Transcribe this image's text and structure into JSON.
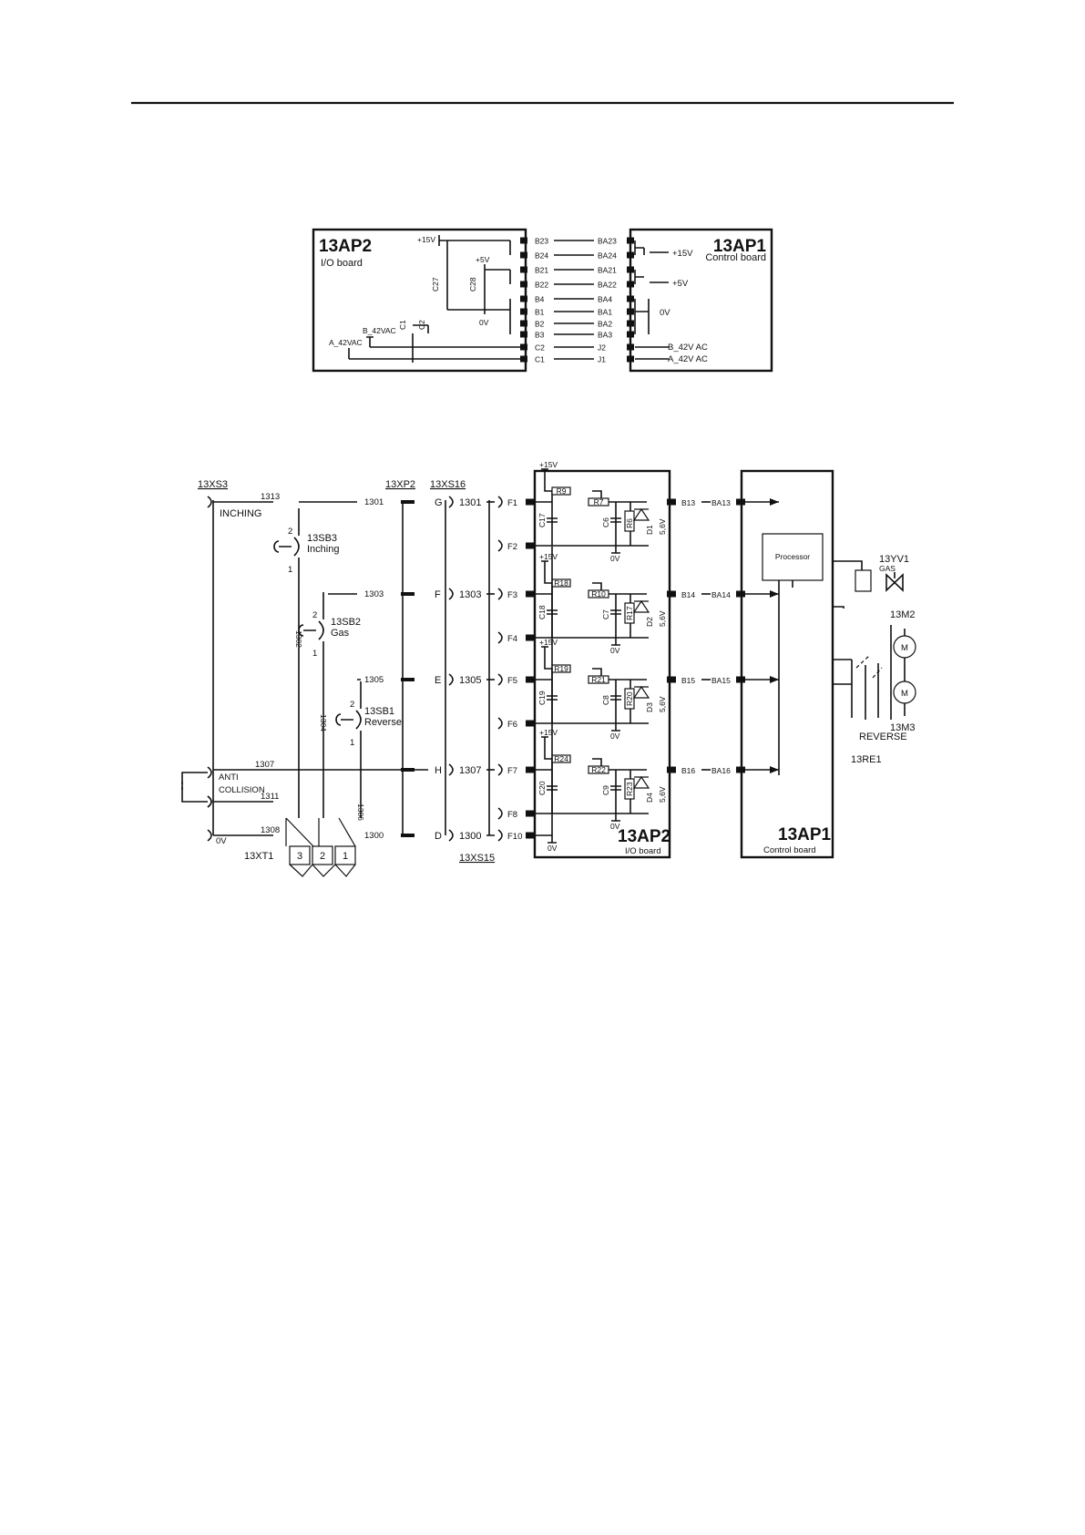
{
  "upper": {
    "io_board": {
      "name": "13AP2",
      "subtitle": "I/O board"
    },
    "control_board": {
      "name": "13AP1",
      "subtitle": "Control board"
    },
    "io_pins": [
      "B23",
      "B24",
      "B21",
      "B22",
      "B4",
      "B1",
      "B2",
      "B3",
      "C2",
      "C1"
    ],
    "ctrl_pins": [
      "BA23",
      "BA24",
      "BA21",
      "BA22",
      "BA4",
      "BA1",
      "BA2",
      "BA3",
      "J2",
      "J1"
    ],
    "supplies": {
      "p15": "+15V",
      "p5": "+5V",
      "zero": "0V",
      "b42": "B_42V AC",
      "a42": "A_42V AC"
    },
    "internal": {
      "p15": "+15V",
      "p5": "+5V",
      "zero": "0V",
      "b42": "B_42VAC",
      "a42": "A_42VAC"
    },
    "caps": {
      "c27": "C27",
      "c28": "C28",
      "c1": "C1",
      "c2": "C2"
    }
  },
  "lower": {
    "connectors": {
      "xs3": "13XS3",
      "xp2": "13XP2",
      "xs16": "13XS16",
      "xs15": "13XS15",
      "xt1": "13XT1"
    },
    "left_labels": {
      "inching": "INCHING",
      "anti": "ANTI",
      "collision": "COLLISION",
      "zero": "0V"
    },
    "left_wires": [
      "1313",
      "1311",
      "1308"
    ],
    "right_wires": [
      "1301",
      "1303",
      "1305",
      "1300"
    ],
    "wire_1307": "1307",
    "switch_wires": [
      "1302",
      "1304",
      "1306"
    ],
    "switches": [
      {
        "id": "13SB3",
        "name": "Inching",
        "top": "2",
        "bottom": "1"
      },
      {
        "id": "13SB2",
        "name": "Gas",
        "top": "2",
        "bottom": "1"
      },
      {
        "id": "13SB1",
        "name": "Reverse",
        "top": "2",
        "bottom": "1"
      }
    ],
    "terminals": [
      "3",
      "2",
      "1"
    ],
    "channels": [
      {
        "letter": "G",
        "wire": "1301",
        "in": "F1",
        "ret": "F2",
        "cap": "C17",
        "r_in": "R9",
        "r_ser": "R7",
        "c_out": "C6",
        "r_out": "R6",
        "diode": "D1",
        "zener": "5,6V",
        "io_out": "B13",
        "ctrl_in": "BA13"
      },
      {
        "letter": "F",
        "wire": "1303",
        "in": "F3",
        "ret": "F4",
        "cap": "C18",
        "r_in": "R18",
        "r_ser": "R10",
        "c_out": "C7",
        "r_out": "R17",
        "diode": "D2",
        "zener": "5,6V",
        "io_out": "B14",
        "ctrl_in": "BA14"
      },
      {
        "letter": "E",
        "wire": "1305",
        "in": "F5",
        "ret": "F6",
        "cap": "C19",
        "r_in": "R19",
        "r_ser": "R21",
        "c_out": "C8",
        "r_out": "R20",
        "diode": "D3",
        "zener": "5,6V",
        "io_out": "B15",
        "ctrl_in": "BA15"
      },
      {
        "letter": "H",
        "wire": "1307",
        "in": "F7",
        "ret": "F8",
        "cap": "C20",
        "r_in": "R24",
        "r_ser": "R22",
        "c_out": "C9",
        "r_out": "R23",
        "diode": "D4",
        "zener": "5,6V",
        "io_out": "B16",
        "ctrl_in": "BA16"
      }
    ],
    "bottom_row": {
      "letter": "D",
      "wire": "1300",
      "pin": "F10"
    },
    "supply_p15": "+15V",
    "supply_zero": "0V",
    "io_board": {
      "name": "13AP2",
      "subtitle": "I/O board"
    },
    "control_board": {
      "name": "13AP1",
      "subtitle": "Control board"
    },
    "processor": "Processor",
    "valve": {
      "id": "13YV1",
      "name": "GAS"
    },
    "motors": {
      "m2": "13M2",
      "m3": "13M3",
      "symbol": "M"
    },
    "relay": {
      "name": "REVERSE",
      "id": "13RE1"
    }
  }
}
